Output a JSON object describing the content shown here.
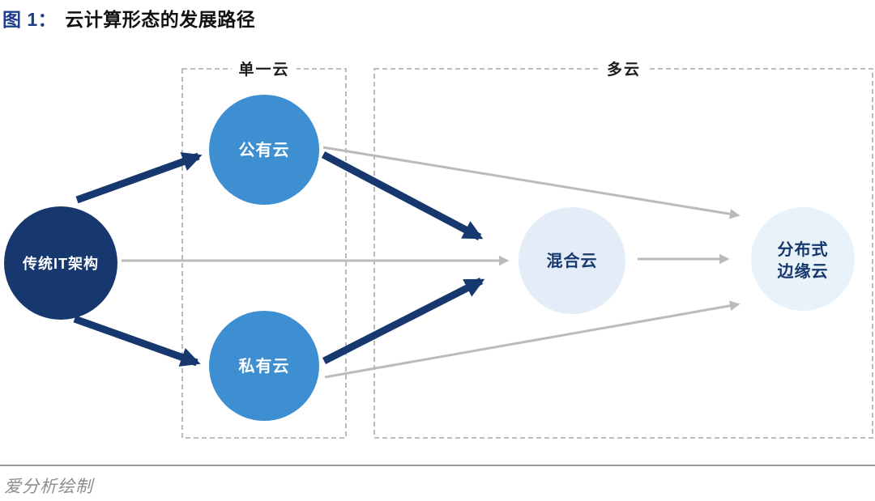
{
  "title": {
    "prefix": "图 1：",
    "text": "云计算形态的发展路径"
  },
  "groups": {
    "single": {
      "label": "单一云"
    },
    "multi": {
      "label": "多云"
    }
  },
  "nodes": {
    "traditional": {
      "label": "传统IT架构"
    },
    "public": {
      "label": "公有云"
    },
    "private": {
      "label": "私有云"
    },
    "hybrid": {
      "label": "混合云"
    },
    "edge": {
      "line1": "分布式",
      "line2": "边缘云"
    }
  },
  "edges": [
    {
      "from": "传统IT架构",
      "to": "公有云",
      "style": "primary"
    },
    {
      "from": "传统IT架构",
      "to": "私有云",
      "style": "primary"
    },
    {
      "from": "公有云",
      "to": "混合云",
      "style": "primary"
    },
    {
      "from": "私有云",
      "to": "混合云",
      "style": "primary"
    },
    {
      "from": "传统IT架构",
      "to": "混合云",
      "style": "secondary"
    },
    {
      "from": "公有云",
      "to": "分布式边缘云",
      "style": "secondary"
    },
    {
      "from": "私有云",
      "to": "分布式边缘云",
      "style": "secondary"
    },
    {
      "from": "混合云",
      "to": "分布式边缘云",
      "style": "secondary"
    }
  ],
  "footer": {
    "credit": "爱分析绘制"
  },
  "colors": {
    "navy": "#16386e",
    "node_blue": "#3e8fd2",
    "hybrid_fill": "#e4edf7",
    "edge_fill": "#e9f2f9",
    "arrow_gray": "#bbbbbb",
    "dashed_border": "#a8a8a8",
    "white": "#ffffff"
  }
}
